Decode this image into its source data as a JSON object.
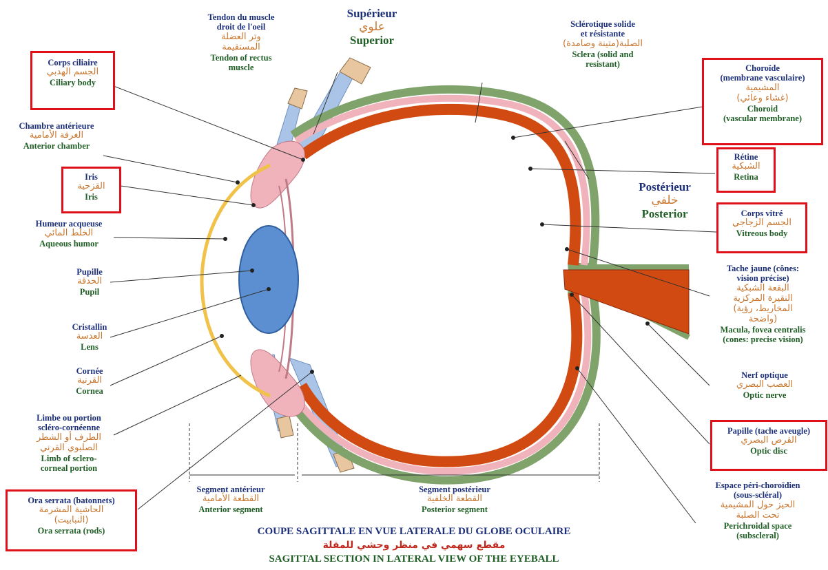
{
  "colors": {
    "french": "#1c2f7a",
    "arabic": "#c8752d",
    "english": "#1f5e25",
    "highlight_box": "#e0101a",
    "choroid_retina": "#d14a12",
    "sclera": "#7fa36b",
    "pink_layer": "#f0b3bc",
    "lens": "#5b8fd1",
    "cornea": "#f0c24a",
    "muscle": "#a9c4e6"
  },
  "orientation": {
    "superior": {
      "fr": "Supérieur",
      "ar": "علوي",
      "en": "Superior"
    },
    "posterior": {
      "fr": "Postérieur",
      "ar": "خلفي",
      "en": "Posterior"
    }
  },
  "labels": {
    "tendon": {
      "fr": "Tendon du muscle\ndroit de l'oeil",
      "ar": "وتر العضلة\nالمستقيمة",
      "en": "Tendon of rectus\nmuscle"
    },
    "sclera": {
      "fr": "Sclérotique solide\net résistante",
      "ar": "الصلبة(متينة وصامدة)",
      "en": "Sclera (solid and\nresistant)"
    },
    "ciliary": {
      "fr": "Corps ciliaire",
      "ar": "الجسم الهدبي",
      "en": "Ciliary body"
    },
    "choroid": {
      "fr": "Choroïde\n(membrane vasculaire)",
      "ar": "المشيمية\n(غشاء وعائي)",
      "en": "Choroid\n(vascular membrane)"
    },
    "anterior_chamber": {
      "fr": "Chambre antérieure",
      "ar": "الغرفة الأمامية",
      "en": "Anterior chamber"
    },
    "retina": {
      "fr": "Rétine",
      "ar": "الشبكية",
      "en": "Retina"
    },
    "iris": {
      "fr": "Iris",
      "ar": "القزحية",
      "en": "Iris"
    },
    "vitreous": {
      "fr": "Corps vitré",
      "ar": "الجسم الزجاجي",
      "en": "Vitreous body"
    },
    "aqueous": {
      "fr": "Humeur acqueuse",
      "ar": "الخلط المائي",
      "en": "Aqueous humor"
    },
    "macula": {
      "fr": "Tache jaune (cônes:\nvision précise)",
      "ar": "البقعة الشبكية\nالنقيرة المركزية\n(المخاريط، رؤية\nواضحة)",
      "en": "Macula, fovea centralis\n(cones: precise vision)"
    },
    "pupil": {
      "fr": "Pupille",
      "ar": "الحدقة",
      "en": "Pupil"
    },
    "lens": {
      "fr": "Cristallin",
      "ar": "العدسة",
      "en": "Lens"
    },
    "optic_nerve": {
      "fr": "Nerf optique",
      "ar": "العصب البصري",
      "en": "Optic nerve"
    },
    "cornea": {
      "fr": "Cornée",
      "ar": "القرنية",
      "en": "Cornea"
    },
    "optic_disc": {
      "fr": "Papille (tache aveugle)",
      "ar": "القرص البصري",
      "en": "Optic disc"
    },
    "limbus": {
      "fr": "Limbe ou portion\nscléro-cornéenne",
      "ar": "الطرف أو الشطر\nالصلبوي القرني",
      "en": "Limb of sclero-\ncorneal portion"
    },
    "anterior_segment": {
      "fr": "Segment antérieur",
      "ar": "القطعة الأمامية",
      "en": "Anterior segment"
    },
    "posterior_segment": {
      "fr": "Segment postérieur",
      "ar": "القطعة الخلفية",
      "en": "Posterior segment"
    },
    "perichoroidal": {
      "fr": "Espace péri-choroïdien\n(sous-scléral)",
      "ar": "الحيز حول المشيمية\nتحت الصلبة",
      "en": "Perichroidal space\n(subscleral)"
    },
    "ora_serrata": {
      "fr": "Ora serrata (batonnets)",
      "ar": "الحاشية المشرمة\n(النبابيت)",
      "en": "Ora serrata (rods)"
    }
  },
  "caption": {
    "fr": "COUPE SAGITTALE EN VUE LATERALE DU GLOBE OCULAIRE",
    "ar": "مقطع سهمي في منظر وحشي للمقلة",
    "en": "SAGITTAL SECTION IN LATERAL VIEW OF THE EYEBALL"
  }
}
